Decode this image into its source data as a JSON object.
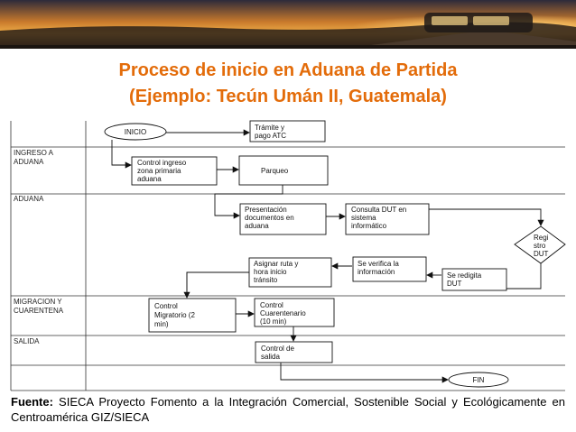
{
  "title": {
    "line1": "Proceso de inicio en Aduana de Partida",
    "line2": "(Ejemplo: Tecún Umán II, Guatemala)"
  },
  "source": {
    "label": "Fuente:",
    "text": "SIECA Proyecto Fomento a la Integración Comercial, Sostenible Social y Ecológicamente en Centroamérica GIZ/SIECA"
  },
  "lanes": [
    {
      "id": "ingreso",
      "lines": [
        "INGRESO A",
        "ADUANA"
      ]
    },
    {
      "id": "aduana",
      "lines": [
        "ADUANA"
      ]
    },
    {
      "id": "migracion",
      "lines": [
        "MIGRACION Y",
        "CUARENTENA"
      ]
    },
    {
      "id": "salida",
      "lines": [
        "SALIDA"
      ]
    }
  ],
  "nodes": {
    "inicio": {
      "lines": [
        "INICIO"
      ]
    },
    "tramite": {
      "lines": [
        "Trámite y",
        "pago ATC"
      ]
    },
    "control_ingreso": {
      "lines": [
        "Control ingreso",
        "zona primaria",
        "aduana"
      ]
    },
    "parqueo": {
      "lines": [
        "Parqueo"
      ]
    },
    "presentacion": {
      "lines": [
        "Presentación",
        "documentos en",
        "aduana"
      ]
    },
    "consulta_dut": {
      "lines": [
        "Consulta DUT en",
        "sistema",
        "informático"
      ]
    },
    "registro_dut": {
      "lines": [
        "Regi",
        "stro",
        "DUT"
      ]
    },
    "asignar_ruta": {
      "lines": [
        "Asignar ruta y",
        "hora inicio",
        "tránsito"
      ]
    },
    "se_verifica": {
      "lines": [
        "Se verifica la",
        "información"
      ]
    },
    "se_redigita": {
      "lines": [
        "Se redigita",
        "DUT"
      ]
    },
    "control_migratorio": {
      "lines": [
        "Control",
        "Migratorio (2",
        "min)"
      ]
    },
    "control_cuarentenario": {
      "lines": [
        "Control",
        "Cuarentenario",
        "(10 min)"
      ]
    },
    "control_salida": {
      "lines": [
        "Control de",
        "salida"
      ]
    },
    "fin": {
      "lines": [
        "FIN"
      ]
    }
  }
}
